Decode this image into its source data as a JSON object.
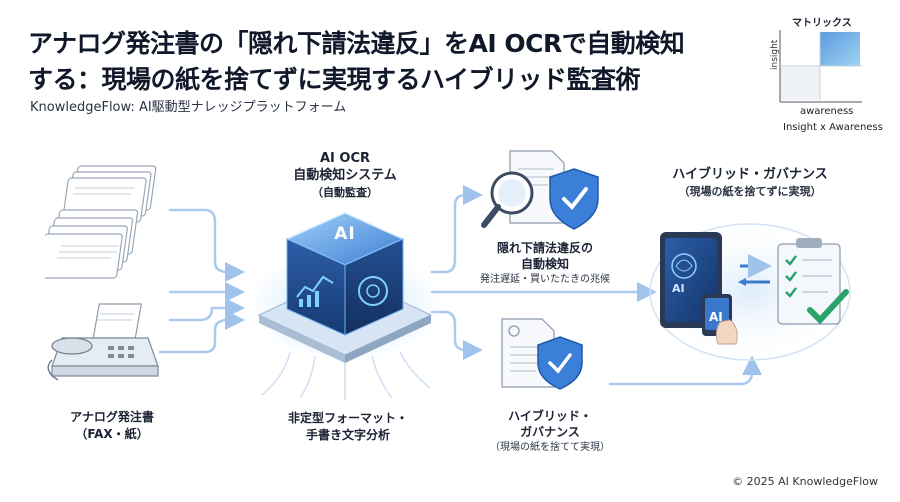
{
  "header": {
    "title_line1": "アナログ発注書の「隠れ下請法違反」をAI OCRで自動検知",
    "title_line2": "する：現場の紙を捨てずに実現するハイブリッド監査術",
    "subtitle": "KnowledgeFlow: AI駆動型ナレッジプラットフォーム"
  },
  "matrix": {
    "title": "マトリックス",
    "y_label": "insight",
    "x_label": "awareness",
    "caption": "Insight x Awareness",
    "highlight_color": "#6fa9e0"
  },
  "flow": {
    "input_caption_line1": "アナログ発注書",
    "input_caption_line2": "（FAX・紙）",
    "ai_title_line1": "AI OCR",
    "ai_title_line2": "自動検知システム",
    "ai_title_line3": "（自動監査）",
    "chip_label": "AI",
    "ai_bottom_line1": "非定型フォーマット・",
    "ai_bottom_line2": "手書き文字分析",
    "detect_line1": "隠れ下請法違反の",
    "detect_line2": "自動検知",
    "detect_sub": "発注遅延・買いたたきの兆候",
    "hybrid_bottom_line1": "ハイブリッド・",
    "hybrid_bottom_line2": "ガバナンス",
    "hybrid_bottom_sub": "（現場の紙を捨てて実現）",
    "gov_title": "ハイブリッド・ガバナンス",
    "gov_sub": "（現場の紙を捨てずに実現）",
    "tablet_label": "AI",
    "phone_label": "AI"
  },
  "colors": {
    "accent": "#3d7fd9",
    "arrow": "#9fc3ea",
    "green": "#2aa36b",
    "dark": "#1e3350"
  },
  "footer": {
    "copyright": "© 2025 AI KnowledgeFlow"
  }
}
